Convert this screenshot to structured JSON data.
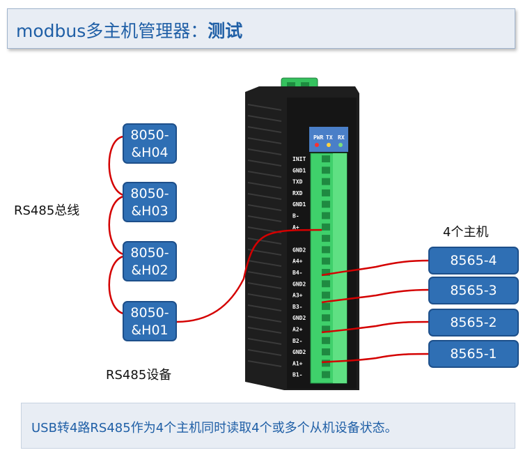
{
  "title": {
    "main": "modbus多主机管理器：",
    "emphasis": "测试"
  },
  "devices": [
    {
      "line1": "8050-",
      "line2": "&H04"
    },
    {
      "line1": "8050-",
      "line2": "&H03"
    },
    {
      "line1": "8050-",
      "line2": "&H02"
    },
    {
      "line1": "8050-",
      "line2": "&H01"
    }
  ],
  "bus_label": "RS485总线",
  "device_label": "RS485设备",
  "hosts_label": "4个主机",
  "hosts": [
    "8565-4",
    "8565-3",
    "8565-2",
    "8565-1"
  ],
  "module": {
    "leds": [
      "PWR",
      "TX",
      "RX"
    ],
    "pins": [
      "INIT",
      "GND1",
      "TXD",
      "RXD",
      "GND1",
      "B-",
      "A+",
      "",
      "GND2",
      "A4+",
      "B4-",
      "GND2",
      "A3+",
      "B3-",
      "GND2",
      "A2+",
      "B2-",
      "GND2",
      "A1+",
      "B1-"
    ]
  },
  "footer": "USB转4路RS485作为4个主机同时读取4个或多个从机设备状态。",
  "colors": {
    "accent": "#1f5fa6",
    "node_fill": "#2f6fb4",
    "wire": "#d40000",
    "terminal": "#3fd06b"
  }
}
